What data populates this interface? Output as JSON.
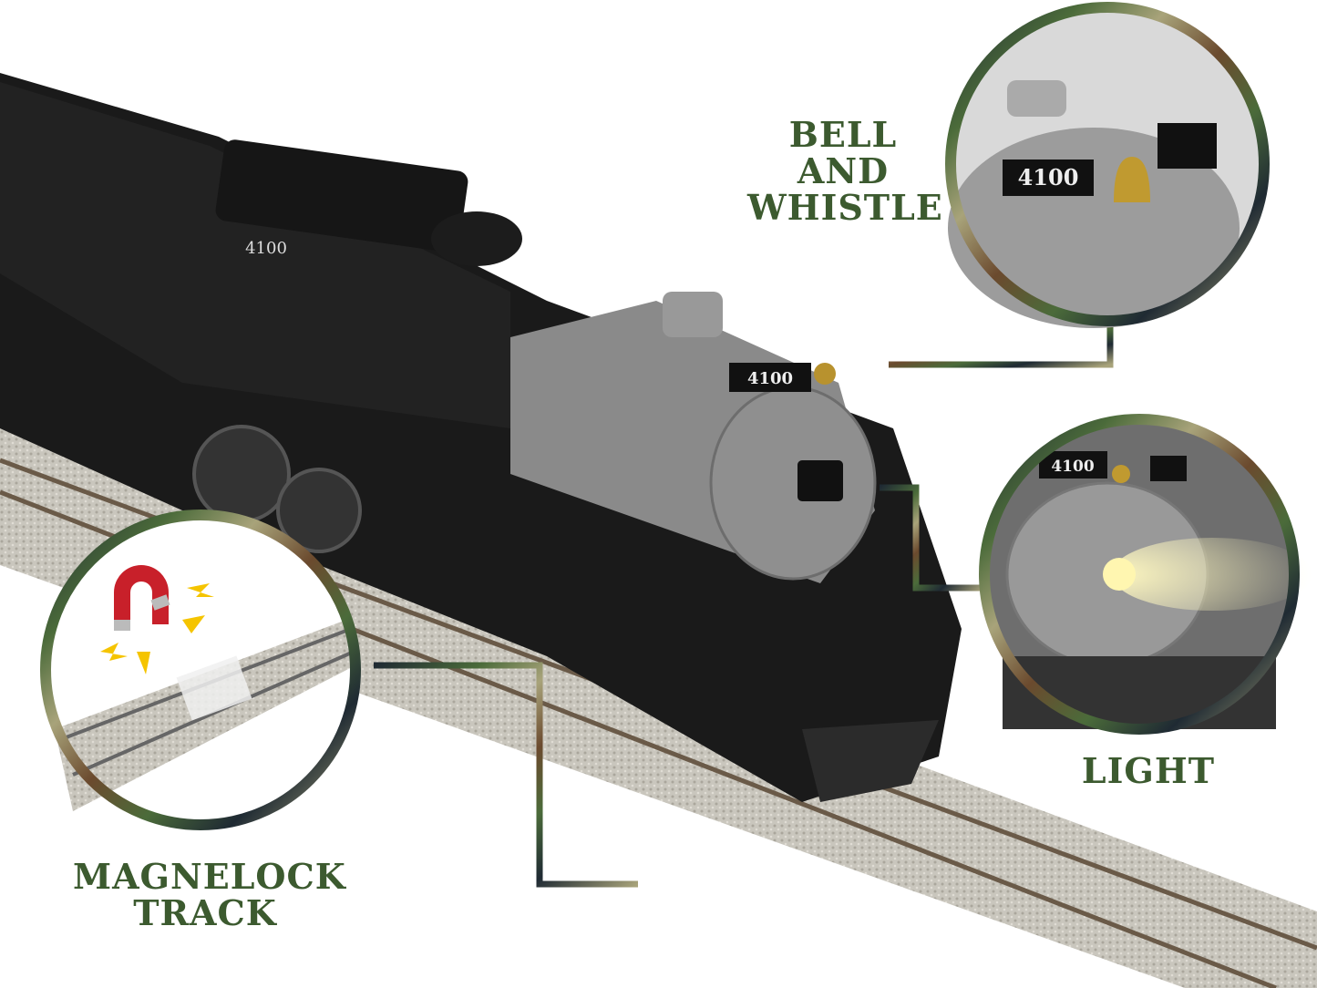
{
  "callouts": {
    "bell": {
      "line1": "BELL",
      "line2": "AND",
      "line3": "WHISTLE"
    },
    "light": {
      "title": "LIGHT"
    },
    "magnelock": {
      "line1": "MAGNELOCK",
      "line2": "TRACK"
    }
  },
  "locomotive": {
    "number": "4100"
  },
  "colors": {
    "label_green": "#3c5a2f",
    "camo_dark": "#1f2a33",
    "camo_green": "#4b6b3a",
    "camo_brown": "#6b4a2e",
    "camo_tan": "#a8a37a",
    "magnet_red": "#c8202a",
    "spark_yellow": "#f5c400"
  }
}
